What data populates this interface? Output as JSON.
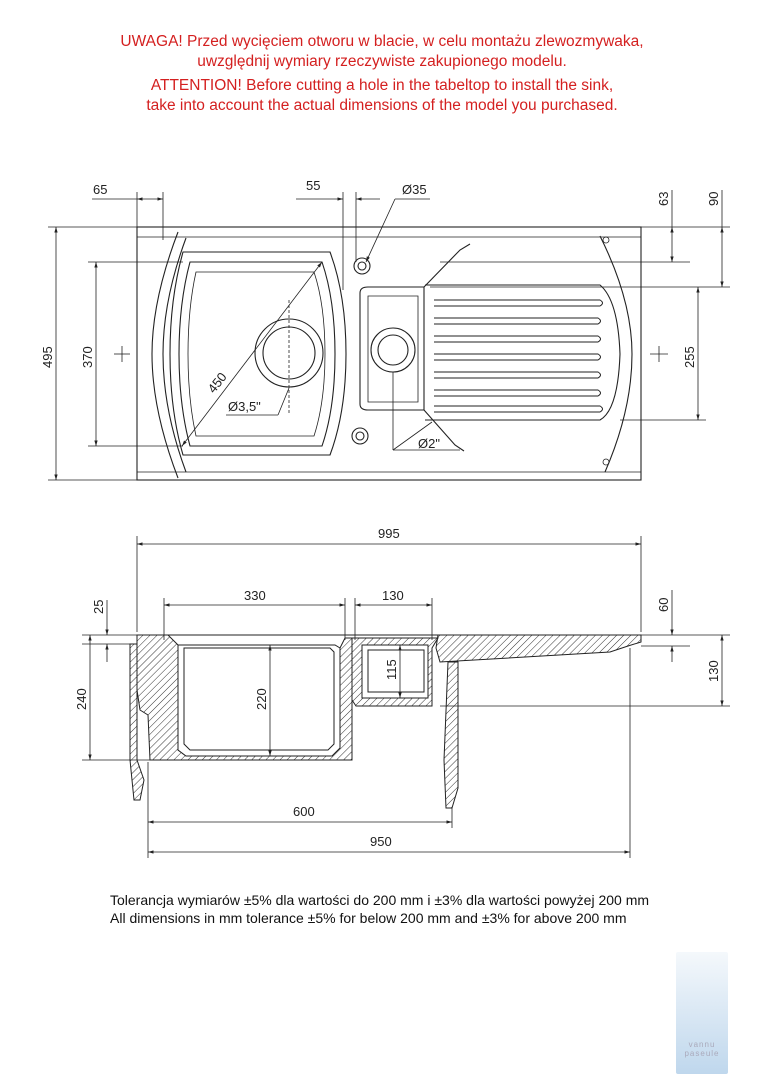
{
  "warning": {
    "pl_line1": "UWAGA! Przed wycięciem otworu w blacie, w celu montażu zlewozmywaka,",
    "pl_line2": "uwzględnij wymiary rzeczywiste zakupionego modelu.",
    "en_line1": "ATTENTION! Before cutting a hole in the tabeltop to install the sink,",
    "en_line2": "take into account the actual dimensions of the model you purchased."
  },
  "top_view": {
    "dim_65": "65",
    "dim_55": "55",
    "dim_hole_35": "Ø35",
    "dim_63": "63",
    "dim_90": "90",
    "dim_495": "495",
    "dim_370": "370",
    "dim_255": "255",
    "dim_450": "450",
    "dim_drain_35": "Ø3,5\"",
    "dim_drain_2": "Ø2\""
  },
  "section_view": {
    "dim_995": "995",
    "dim_330": "330",
    "dim_130_top": "130",
    "dim_25": "25",
    "dim_60": "60",
    "dim_240": "240",
    "dim_220": "220",
    "dim_115": "115",
    "dim_130_side": "130",
    "dim_600": "600",
    "dim_950": "950"
  },
  "tolerance": {
    "pl": "Tolerancja wymiarów ±5% dla wartości do 200 mm i ±3% dla wartości powyżej 200 mm",
    "en": "All dimensions in mm tolerance ±5% for below 200 mm and ±3% for above 200 mm"
  },
  "watermark": {
    "line1": "vannu",
    "line2": "paseule"
  },
  "colors": {
    "warning_red": "#d42020",
    "line": "#222222"
  }
}
